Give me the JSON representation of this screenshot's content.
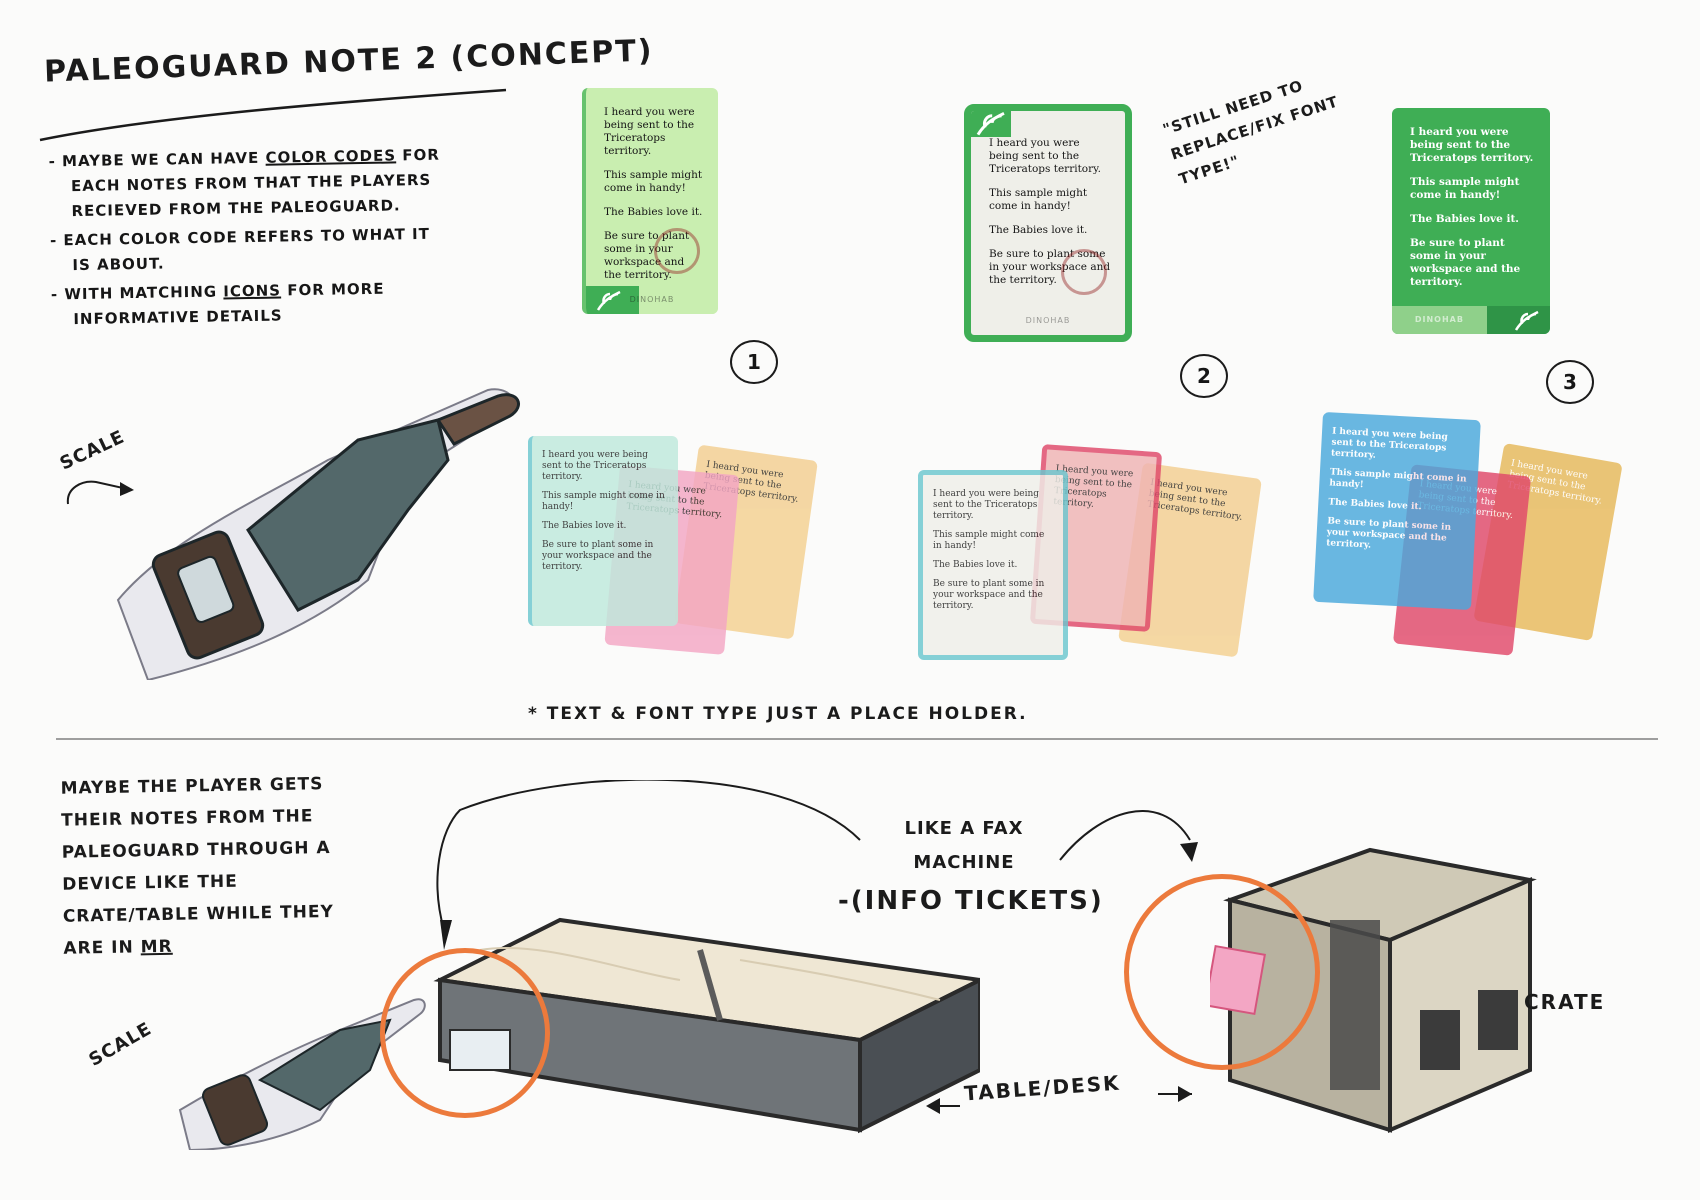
{
  "title": "PALEOGUARD NOTE 2 (CONCEPT)",
  "notes": [
    {
      "pre": "MAYBE WE CAN HAVE ",
      "emph": "COLOR CODES",
      "post": " FOR EACH NOTES FROM THAT THE PLAYERS RECIEVED FROM THE PALEOGUARD."
    },
    {
      "pre": "EACH COLOR CODE REFERS TO WHAT IT IS ABOUT.",
      "emph": "",
      "post": ""
    },
    {
      "pre": "WITH MATCHING ",
      "emph": "ICONS",
      "post": " FOR MORE INFORMATIVE DETAILS"
    }
  ],
  "card_text": {
    "line1": "I heard you were being sent to the Triceratops territory.",
    "line2": "This sample might come in handy!",
    "line3": "The Babies love it.",
    "line4": "Be sure to plant some in your workspace and the territory.",
    "brand": "DINOHAB"
  },
  "option_numbers": [
    "1",
    "2",
    "3"
  ],
  "font_note": "\"STILL NEED TO REPLACE/FIX FONT TYPE!\"",
  "scale_label": "SCALE",
  "placeholder_note": "* TEXT & FONT TYPE JUST A PLACE HOLDER.",
  "bottom_note": {
    "pre": "MAYBE THE PLAYER GETS THEIR NOTES FROM THE PALEOGUARD THROUGH A DEVICE LIKE THE CRATE/TABLE WHILE THEY ARE IN ",
    "emph": "MR"
  },
  "fax_label": "LIKE A FAX MACHINE",
  "info_tickets": "-(INFO TICKETS)",
  "table_label": "TABLE/DESK",
  "crate_label": "CRATE",
  "colors": {
    "green_light": "#c9eeb0",
    "green_dark": "#3fae55",
    "paper": "#efefe9",
    "teal": "#6cc7cf",
    "pink": "#f3a6c4",
    "orange": "#f3cf90",
    "blue": "#4aa9dc",
    "red": "#e0486a",
    "gold": "#e6b85a",
    "circle": "#ec7a3c"
  }
}
